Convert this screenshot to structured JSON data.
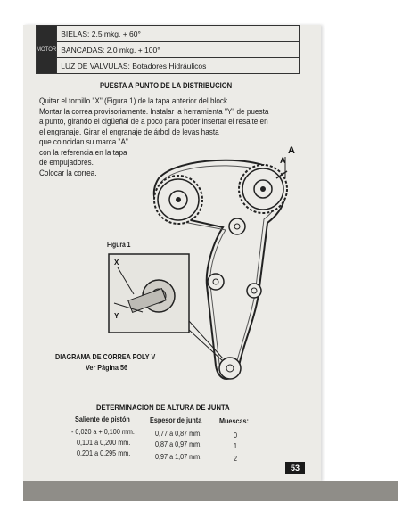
{
  "specs": {
    "side_label": "MOTOR",
    "rows": [
      {
        "label": "BIELAS",
        "value": "2,5 mkg. + 60°"
      },
      {
        "label": "BANCADAS",
        "value": "2,0 mkg. + 100°"
      },
      {
        "label": "LUZ DE VALVULAS",
        "value": "Botadores Hidráulicos"
      }
    ]
  },
  "section1": {
    "title": "PUESTA A PUNTO DE LA DISTRIBUCION",
    "lines": [
      "Quitar el tornillo \"X\" (Figura 1) de la tapa anterior del block.",
      "Montar la correa provisoriamente. Instalar la herramienta \"Y\" de puesta",
      "a punto, girando el cigüeñal de a poco para poder insertar el resalte en",
      "el engranaje. Girar el engranaje de árbol de levas hasta",
      "que coincidan su marca \"A\"",
      "con la referencia en la tapa",
      "de empujadores.",
      "Colocar la correa."
    ]
  },
  "figure": {
    "label": "Figura 1",
    "mark_a": "A",
    "mark_a2": "A",
    "mark_x": "X",
    "mark_y": "Y"
  },
  "diagram_note": {
    "title": "DIAGRAMA DE CORREA POLY V",
    "subtitle": "Ver Página 56"
  },
  "section2": {
    "title": "DETERMINACION DE ALTURA DE JUNTA",
    "headers": [
      "Saliente de pistón",
      "Espesor de junta",
      "Muescas:"
    ],
    "rows": [
      [
        "- 0,020 a + 0,100 mm.",
        "0,77 a 0,87 mm.",
        "0"
      ],
      [
        "0,101 a 0,200 mm.",
        "0,87 a 0,97 mm.",
        "1"
      ],
      [
        "0,201 a 0,295 mm.",
        "0,97 a 1,07 mm.",
        "2"
      ]
    ]
  },
  "page_number": "53"
}
